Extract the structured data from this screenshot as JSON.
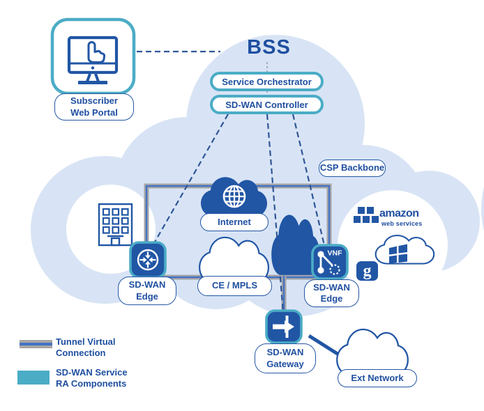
{
  "title": "BSS",
  "boxes": {
    "service_orchestrator": "Service Orchestrator",
    "sdwan_controller": "SD-WAN Controller"
  },
  "labels": {
    "subscriber_web_portal": "Subscriber\nWeb Portal",
    "csp_backbone": "CSP Backbone",
    "internet": "Internet",
    "ce_mpls": "CE / MPLS",
    "sdwan_edge_left": "SD-WAN\nEdge",
    "sdwan_edge_right": "SD-WAN\nEdge",
    "sdwan_gateway": "SD-WAN\nGateway",
    "ext_network": "Ext Network"
  },
  "icons": {
    "vnf_badge": "VNF",
    "google_letter": "g"
  },
  "cloud_providers": {
    "amazon_line1": "amazon",
    "amazon_line2": "web services"
  },
  "legend": {
    "tunnel": {
      "label": "Tunnel Virtual\nConnection"
    },
    "ra": {
      "label": "SD-WAN Service\nRA Components"
    }
  },
  "colors": {
    "navy_text": "#1F4FA0",
    "icon_blue": "#2156A5",
    "teal_accent": "#4BACC6",
    "cloud_background": "#D8E4F5",
    "tunnel_gray": "#A6A6A6",
    "tunnel_blue": "#4472C4",
    "dashed_connector_blue": "#2F5597"
  }
}
